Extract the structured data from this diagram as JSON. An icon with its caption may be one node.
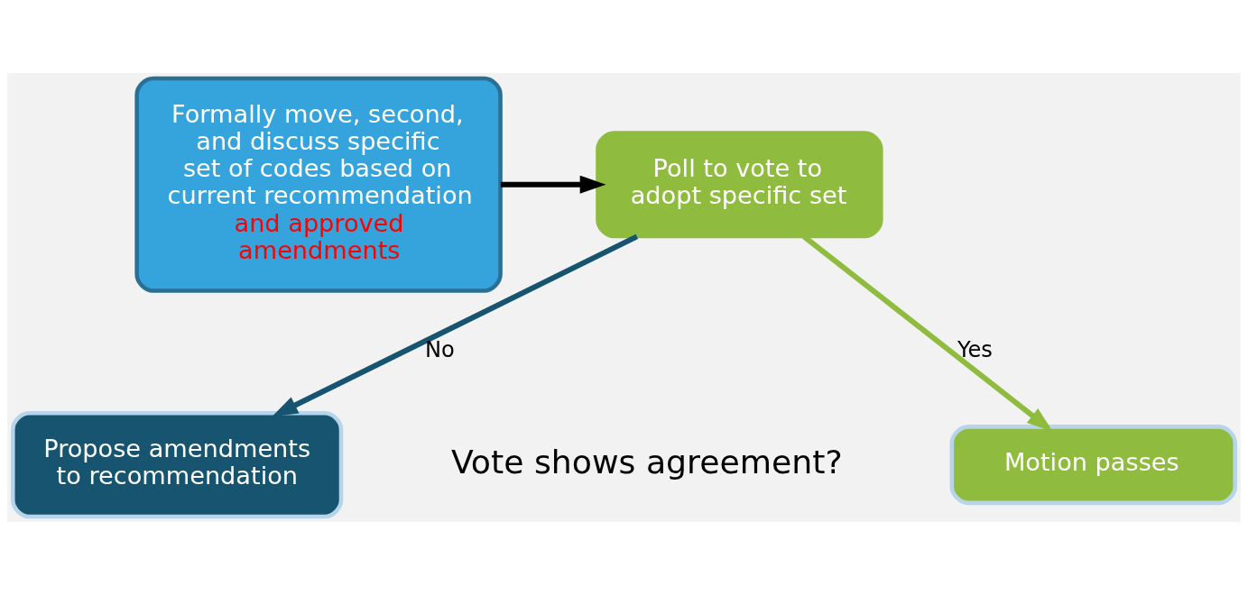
{
  "diagram": {
    "nodes": [
      {
        "text": [
          "Formally move, second, and discuss specific set of codes based on current recommendation",
          "and approved amendments"
        ]
      },
      {
        "text": [
          "Poll to vote to adopt specific set"
        ]
      },
      {
        "text": [
          "Propose amendments to recommendation"
        ]
      },
      {
        "text": [
          "Motion passes"
        ]
      }
    ],
    "edges": [
      {
        "from": 0,
        "to": 1,
        "arrow": "to",
        "color": "#000000"
      },
      {
        "from": 1,
        "to": 2,
        "arrow": "to",
        "label": "No",
        "color": "#16546f"
      },
      {
        "from": 1,
        "to": 3,
        "arrow": "to",
        "label": "Yes",
        "color": "#8fbc3f"
      }
    ],
    "labels": [
      "Vote shows agreement?"
    ]
  }
}
